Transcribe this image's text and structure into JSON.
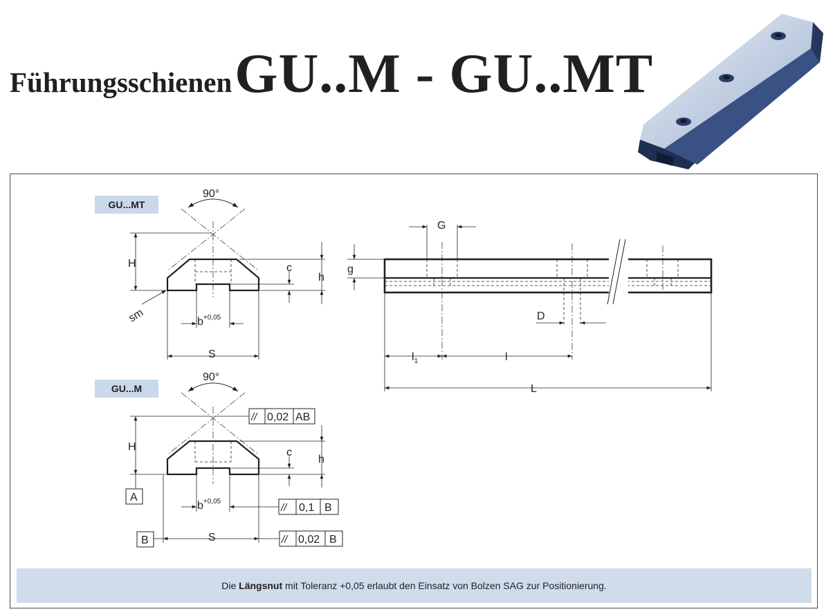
{
  "title": {
    "prefix": "Führungsschienen",
    "main": "GU..M - GU..MT"
  },
  "labels": {
    "gumt": "GU...MT",
    "gum": "GU...M"
  },
  "dims": {
    "angle": "90°",
    "H": "H",
    "h": "h",
    "c": "c",
    "sm": "sm",
    "b": "b",
    "b_tol": "+0,05",
    "S": "S",
    "G": "G",
    "g": "g",
    "D": "D",
    "l1": "l",
    "l1_sub": "1",
    "l": "l",
    "L": "L",
    "A": "A",
    "B": "B"
  },
  "tolerances": {
    "t1": {
      "sym": "//",
      "val": "0,02",
      "ref": "AB"
    },
    "t2": {
      "sym": "//",
      "val": "0,1",
      "ref": "B"
    },
    "t3": {
      "sym": "//",
      "val": "0,02",
      "ref": "B"
    }
  },
  "note": {
    "pre": "Die ",
    "bold": "Längsnut",
    "post": " mit Toleranz +0,05 erlaubt den Einsatz von Bolzen SAG zur Positionierung."
  },
  "colors": {
    "tag_bg": "#c9d8ea",
    "note_bg": "#cfdcec",
    "rail_dark": "#2b3e66",
    "rail_light": "#c7d3e6"
  }
}
